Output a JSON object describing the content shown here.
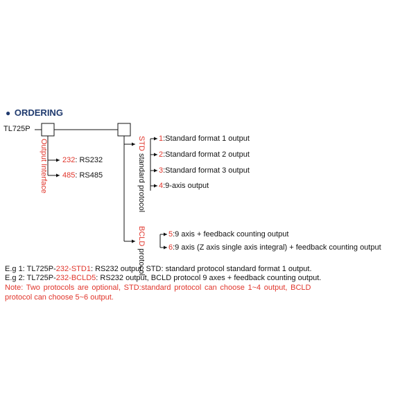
{
  "title": "ORDERING",
  "model": "TL725P",
  "output_interface": {
    "label": "Output Interface",
    "options": [
      {
        "code": "232",
        "desc": ": RS232"
      },
      {
        "code": "485",
        "desc": ": RS485"
      }
    ]
  },
  "std": {
    "code": "STD",
    "label": "standard protocol",
    "outputs": [
      {
        "code": "1",
        "desc": ":Standard format 1 output"
      },
      {
        "code": "2",
        "desc": ":Standard format 2 output"
      },
      {
        "code": "3",
        "desc": ":Standard format 3 output"
      },
      {
        "code": "4",
        "desc": ":9-axis output"
      }
    ]
  },
  "bcld": {
    "code": "BCLD",
    "label": "protocol",
    "outputs": [
      {
        "code": "5",
        "desc": ":9 axis + feedback counting output"
      },
      {
        "code": "6",
        "desc": ":9 axis (Z axis single axis integral) + feedback counting output"
      }
    ]
  },
  "examples": [
    {
      "prefix": "E.g 1: TL725P-",
      "part1": "232",
      "sep": "-",
      "part2": "STD1",
      "rest": ": RS232 output, STD: standard protocol standard format 1 output."
    },
    {
      "prefix": "E.g 2: TL725P-",
      "part1": "232",
      "sep": "-",
      "part2": "BCLD5",
      "rest": ": RS232 output, BCLD protocol 9 axes + feedback counting output."
    }
  ],
  "note_line1": "Note: Two protocols are optional, STD:standard protocol can choose 1~4 output, BCLD",
  "note_line2": "protocol can choose 5~6 output."
}
